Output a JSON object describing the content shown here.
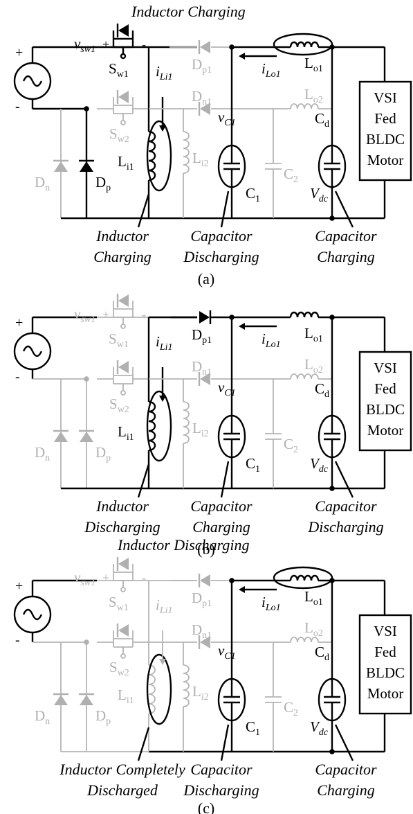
{
  "panels": [
    {
      "id": "a",
      "caption": "(a)",
      "top_annotation": "Inductor Charging",
      "bottom_annotations": [
        [
          "Inductor",
          "Charging"
        ],
        [
          "Capacitor",
          "Discharging"
        ],
        [
          "Capacitor",
          "Charging"
        ]
      ],
      "labels": {
        "vsw": "v",
        "vsw_sub": "sw1",
        "vsw_plus": "+",
        "vsw_minus": "-",
        "sw1": "S",
        "sw1_sub": "w1",
        "sw2": "S",
        "sw2_sub": "w2",
        "dp1": "D",
        "dp1_sub": "p1",
        "dn1": "D",
        "dn1_sub": "n1",
        "ili": "i",
        "ili_sub": "Li1",
        "ilo": "i",
        "ilo_sub": "Lo1",
        "lo1": "L",
        "lo1_sub": "o1",
        "lo2": "L",
        "lo2_sub": "o2",
        "li1": "L",
        "li1_sub": "i1",
        "li2": "L",
        "li2_sub": "i2",
        "vc1": "v",
        "vc1_sub": "C1",
        "c1": "C",
        "c1_sub": "1",
        "c2": "C",
        "c2_sub": "2",
        "cd": "C",
        "cd_sub": "d",
        "vdc": "V",
        "vdc_sub": "dc",
        "dn": "D",
        "dn_sub": "n",
        "dp": "D",
        "dp_sub": "p",
        "src_plus": "+",
        "src_minus": "-"
      }
    },
    {
      "id": "b",
      "caption": "(b)",
      "top_annotation": "",
      "bottom_annotations": [
        [
          "Inductor",
          "Discharging"
        ],
        [
          "Capacitor",
          "Charging"
        ],
        [
          "Capacitor",
          "Discharging"
        ]
      ],
      "labels": {
        "vsw": "v",
        "vsw_sub": "sw1",
        "vsw_plus": "+",
        "vsw_minus": "-",
        "sw1": "S",
        "sw1_sub": "w1",
        "sw2": "S",
        "sw2_sub": "w2",
        "dp1": "D",
        "dp1_sub": "p1",
        "dn1": "D",
        "dn1_sub": "n1",
        "ili": "i",
        "ili_sub": "Li1",
        "ilo": "i",
        "ilo_sub": "Lo1",
        "lo1": "L",
        "lo1_sub": "o1",
        "lo2": "L",
        "lo2_sub": "o2",
        "li1": "L",
        "li1_sub": "i1",
        "li2": "L",
        "li2_sub": "i2",
        "vc1": "v",
        "vc1_sub": "C1",
        "c1": "C",
        "c1_sub": "1",
        "c2": "C",
        "c2_sub": "2",
        "cd": "C",
        "cd_sub": "d",
        "vdc": "V",
        "vdc_sub": "dc",
        "dn": "D",
        "dn_sub": "n",
        "dp": "D",
        "dp_sub": "p",
        "src_plus": "+",
        "src_minus": "-"
      }
    },
    {
      "id": "c",
      "caption": "(c)",
      "top_annotation": "Inductor Discharging",
      "bottom_annotations": [
        [
          "Inductor Completely",
          "Discharged"
        ],
        [
          "Capacitor",
          "Discharging"
        ],
        [
          "Capacitor",
          "Charging"
        ]
      ],
      "labels": {
        "vsw": "v",
        "vsw_sub": "sw1",
        "vsw_plus": "+",
        "vsw_minus": "-",
        "sw1": "S",
        "sw1_sub": "w1",
        "sw2": "S",
        "sw2_sub": "w2",
        "dp1": "D",
        "dp1_sub": "p1",
        "dn1": "D",
        "dn1_sub": "n1",
        "ili": "i",
        "ili_sub": "Li1",
        "ilo": "i",
        "ilo_sub": "Lo1",
        "lo1": "L",
        "lo1_sub": "o1",
        "lo2": "L",
        "lo2_sub": "o2",
        "li1": "L",
        "li1_sub": "i1",
        "li2": "L",
        "li2_sub": "i2",
        "vc1": "v",
        "vc1_sub": "C1",
        "c1": "C",
        "c1_sub": "1",
        "c2": "C",
        "c2_sub": "2",
        "cd": "C",
        "cd_sub": "d",
        "vdc": "V",
        "vdc_sub": "dc",
        "dn": "D",
        "dn_sub": "n",
        "dp": "D",
        "dp_sub": "p",
        "src_plus": "+",
        "src_minus": "-"
      }
    }
  ],
  "motor_box": [
    "VSI",
    "Fed",
    "BLDC",
    "Motor"
  ],
  "colors": {
    "active": "#000000",
    "inactive": "#b0b0b0"
  }
}
